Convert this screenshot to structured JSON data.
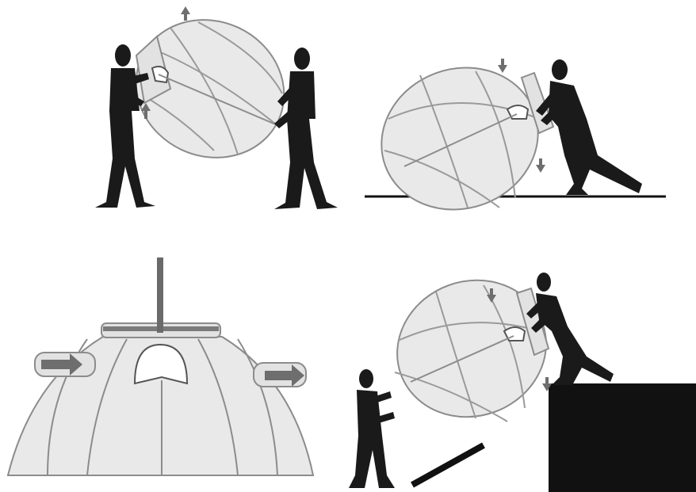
{
  "figure": {
    "panels": [
      {
        "id": "two-person-carry",
        "description_icon": "two-persons-carrying-sphere-icon"
      },
      {
        "id": "one-person-roll",
        "description_icon": "person-rolling-sphere-icon"
      },
      {
        "id": "inlet-detail",
        "description_icon": "inlet-flow-arrows-icon"
      },
      {
        "id": "lift-onto-platform",
        "description_icon": "two-persons-pushing-sphere-up-ramp-icon"
      }
    ]
  },
  "colors": {
    "silhouette": "#1a1a1a",
    "sphere_fill": "#e9e9e9",
    "sphere_line": "#8c8c8c",
    "arrow": "#6e6e6e",
    "ground": "#111111"
  }
}
